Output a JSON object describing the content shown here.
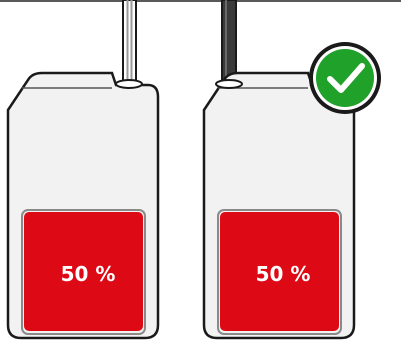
{
  "diagram": {
    "containers": [
      {
        "id": "left",
        "fill_label": "50 %",
        "fill_fraction": 0.5,
        "tube": "light-clear",
        "status": "none"
      },
      {
        "id": "right",
        "fill_label": "50 %",
        "fill_fraction": 0.5,
        "tube": "dark",
        "status": "correct"
      }
    ],
    "colors": {
      "liquid": "#dd0a16",
      "check_green": "#1fa12a",
      "outline": "#1a1a1a",
      "container_fill": "#f2f2f2"
    },
    "icons": {
      "status_badge": "checkmark-icon"
    }
  }
}
